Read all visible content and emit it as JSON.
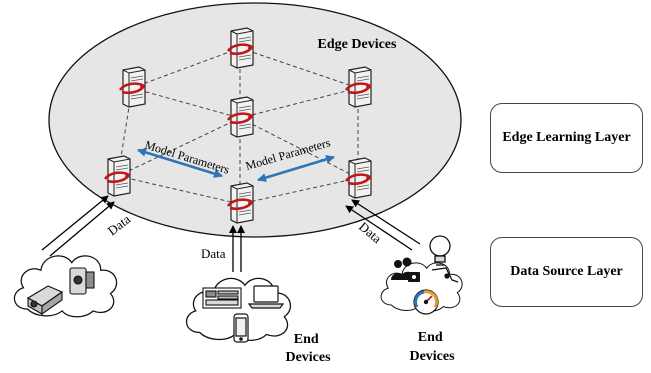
{
  "diagram": {
    "edge_cluster_label": "Edge Devices",
    "model_param_left": "Model Parameters",
    "model_param_right": "Model Parameters",
    "data_labels": [
      "Data",
      "Data",
      "Data"
    ],
    "end_devices_center": [
      "End",
      "Devices"
    ],
    "end_devices_right": [
      "End",
      "Devices"
    ]
  },
  "layers": {
    "edge_learning": "Edge Learning Layer",
    "data_source": "Data Source Layer"
  },
  "colors": {
    "ellipse_fill": "#e6e6e6",
    "server_body": "#f2f2f2",
    "server_swirl": "#c0171a",
    "arrow_blue": "#2e75b6"
  }
}
